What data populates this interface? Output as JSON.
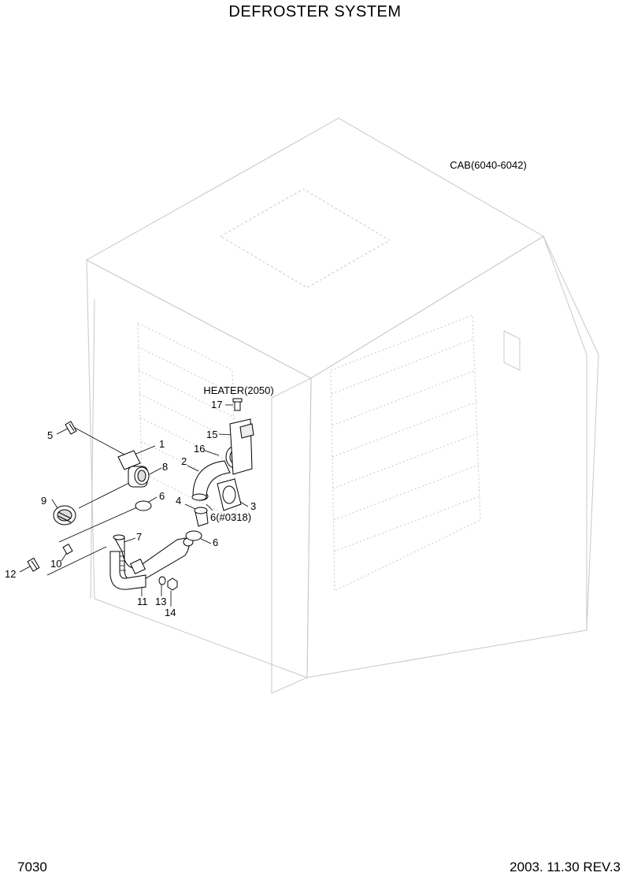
{
  "title": "DEFROSTER SYSTEM",
  "references": {
    "cab": "CAB(6040-6042)",
    "heater": "HEATER(2050)"
  },
  "callouts": {
    "c1": "1",
    "c2": "2",
    "c3": "3",
    "c4": "4",
    "c5": "5",
    "c6a": "6",
    "c6b": "6(#0318)",
    "c6c": "6",
    "c7": "7",
    "c8": "8",
    "c9": "9",
    "c10": "10",
    "c11": "11",
    "c12": "12",
    "c13": "13",
    "c14": "14",
    "c15": "15",
    "c16": "16",
    "c17": "17"
  },
  "footer": {
    "page_number": "7030",
    "date_rev": "2003. 11.30  REV.3"
  },
  "colors": {
    "ink": "#000000",
    "ghost": "#c8c8c8"
  }
}
